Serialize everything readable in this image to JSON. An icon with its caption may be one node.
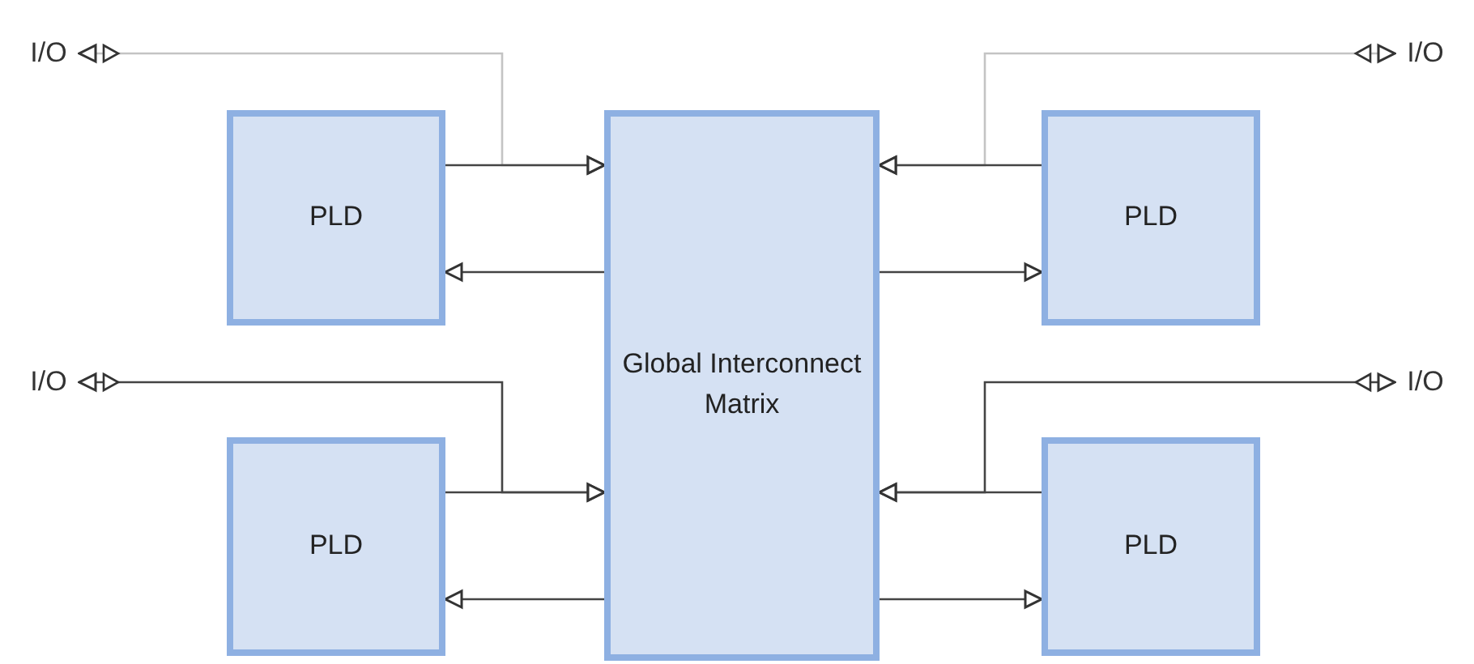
{
  "diagram": {
    "nodes": [
      {
        "text": [
          "I/O"
        ]
      },
      {
        "text": [
          "I/O"
        ]
      },
      {
        "text": [
          "PLD"
        ]
      },
      {
        "text": [
          "Global Interconnect Matrix"
        ]
      },
      {
        "text": [
          "PLD"
        ]
      },
      {
        "text": [
          "I/O"
        ]
      },
      {
        "text": [
          "I/O"
        ]
      },
      {
        "text": [
          "PLD"
        ]
      },
      {
        "text": [
          "PLD"
        ]
      }
    ],
    "edges": [
      {
        "from": 0,
        "to": 3,
        "arrow": "both",
        "color": "#c4c4c4"
      },
      {
        "from": 2,
        "to": 3,
        "arrow": "to"
      },
      {
        "from": 3,
        "to": 2,
        "arrow": "to"
      },
      {
        "from": 1,
        "to": 3,
        "arrow": "both",
        "color": "#c4c4c4"
      },
      {
        "from": 4,
        "to": 3,
        "arrow": "to"
      },
      {
        "from": 3,
        "to": 4,
        "arrow": "to"
      },
      {
        "from": 5,
        "to": 3,
        "arrow": "both"
      },
      {
        "from": 7,
        "to": 3,
        "arrow": "to"
      },
      {
        "from": 3,
        "to": 7,
        "arrow": "to"
      },
      {
        "from": 6,
        "to": 3,
        "arrow": "both"
      },
      {
        "from": 8,
        "to": 3,
        "arrow": "to"
      },
      {
        "from": 3,
        "to": 8,
        "arrow": "to"
      }
    ]
  }
}
